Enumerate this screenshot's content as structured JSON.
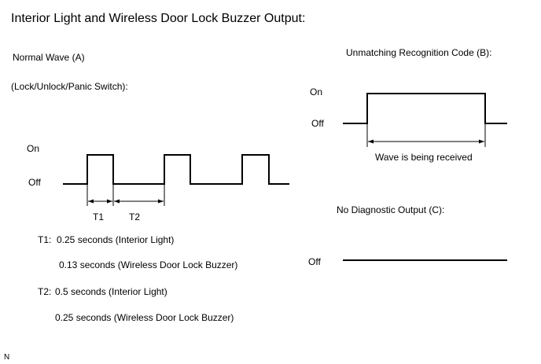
{
  "title": "Interior Light and Wireless Door Lock Buzzer Output:",
  "normal_wave": {
    "heading": "Normal Wave (A)",
    "subheading": "(Lock/Unlock/Panic Switch):",
    "on_label": "On",
    "off_label": "Off",
    "t1_label": "T1",
    "t2_label": "T2",
    "notes": {
      "t1_prefix": "T1:",
      "t1_line1": "0.25 seconds (Interior Light)",
      "t1_line2": "0.13 seconds (Wireless Door Lock Buzzer)",
      "t2_prefix": "T2:",
      "t2_line1": "0.5 seconds (Interior Light)",
      "t2_line2": "0.25 seconds (Wireless Door Lock Buzzer)"
    }
  },
  "unmatching": {
    "heading": "Unmatching Recognition Code (B):",
    "on_label": "On",
    "off_label": "Off",
    "span_label": "Wave is being received"
  },
  "no_output": {
    "heading": "No Diagnostic Output (C):",
    "off_label": "Off"
  },
  "footer_mark": "N"
}
